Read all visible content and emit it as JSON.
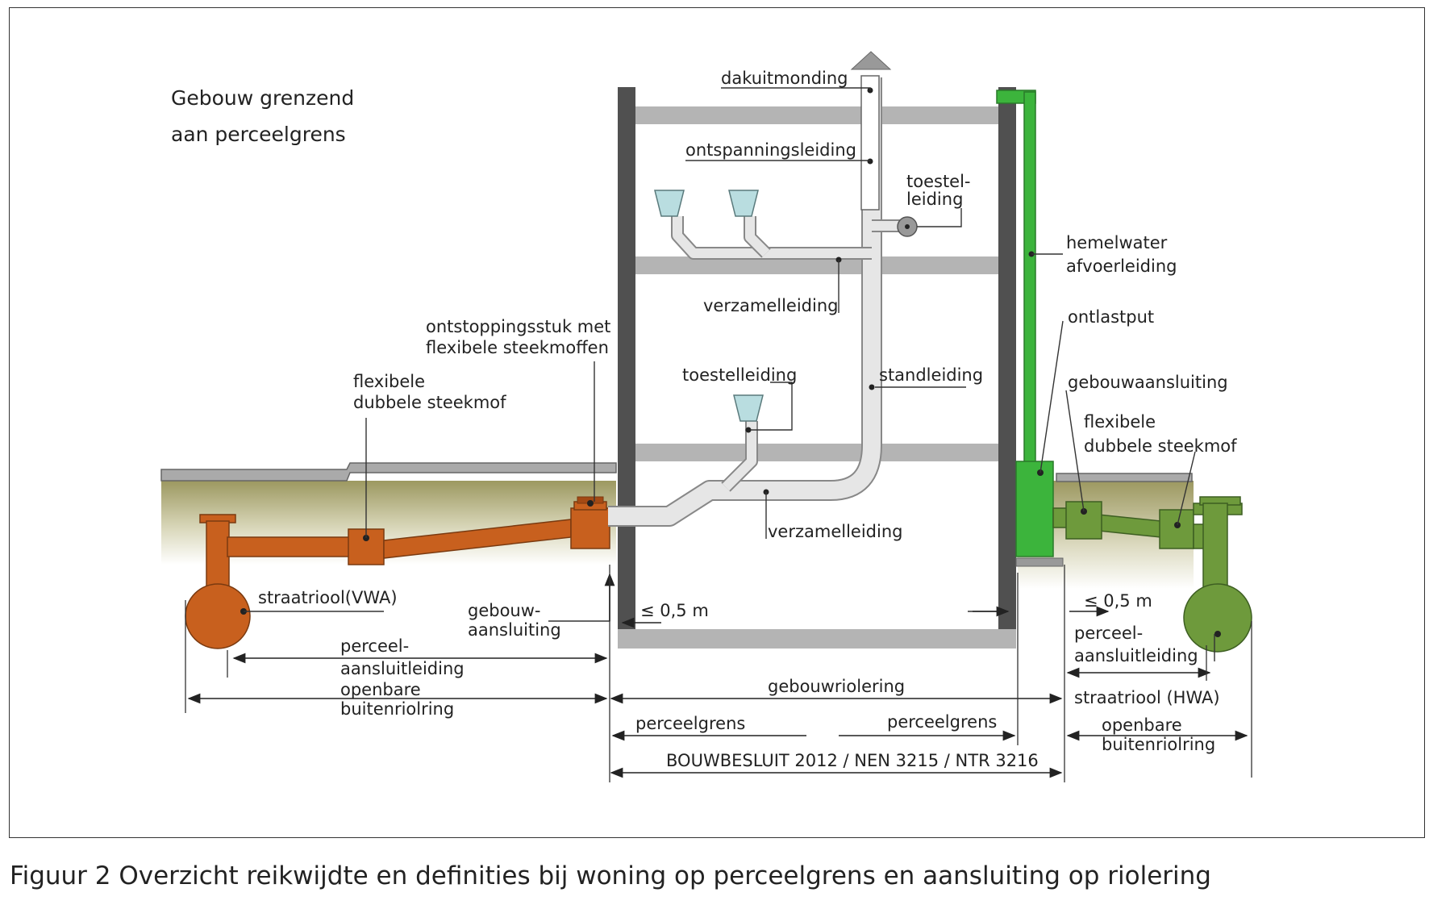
{
  "figure": {
    "heading": [
      "Gebouw grenzend",
      "aan perceelgrens"
    ],
    "caption": "Figuur 2 Overzicht reikwijdte en definities bij woning op perceelgrens en aansluiting op riolering",
    "colors": {
      "street_sewer_vwa": "#c8601e",
      "street_sewer_hwa": "#6e9a3c",
      "rainwater_pipe": "#3cb43c",
      "building_pipes": "#e6e6e6",
      "walls": "#505050",
      "floors": "#b4b4b4",
      "ground": "#a29f6c"
    },
    "labels": {
      "dakuitmonding": "dakuitmonding",
      "ontspanningsleiding": "ontspanningsleiding",
      "toestel_leiding_top": [
        "toestel-",
        "leiding"
      ],
      "hemelwater": [
        "hemelwater",
        "afvoerleiding"
      ],
      "ontlastput": "ontlastput",
      "verzamelleiding_top": "verzamelleiding",
      "ontstoppingsstuk": [
        "ontstoppingsstuk met",
        "flexibele steekmoffen"
      ],
      "flexibele_left": [
        "flexibele",
        "dubbele steekmof"
      ],
      "toestelleiding_mid": "toestelleiding",
      "standleiding": "standleiding",
      "gebouwaansluiting_right": "gebouwaansluiting",
      "flexibele_right": [
        "flexibele",
        "dubbele steekmof"
      ],
      "verzamelleiding_bottom": "verzamelleiding",
      "straatriool_vwa": "straatriool(VWA)",
      "gebouw_aansluiting_left": [
        "gebouw-",
        "aansluiting"
      ],
      "afstand_left": "≤ 0,5 m",
      "afstand_right": "≤ 0,5 m",
      "perceel_aansluitleiding_left": [
        "perceel-",
        "aansluitleiding"
      ],
      "openbare_left": [
        "openbare",
        "buitenriolring"
      ],
      "gebouwriolering": "gebouwriolering",
      "perceel_aansluitleiding_right": [
        "perceel-",
        "aansluitleiding"
      ],
      "straatriool_hwa": "straatriool (HWA)",
      "perceelgrens_left": "perceelgrens",
      "perceelgrens_right": "perceelgrens",
      "openbare_right": [
        "openbare",
        "buitenriolring"
      ],
      "regulation": "BOUWBESLUIT 2012 / NEN 3215 / NTR 3216"
    }
  }
}
